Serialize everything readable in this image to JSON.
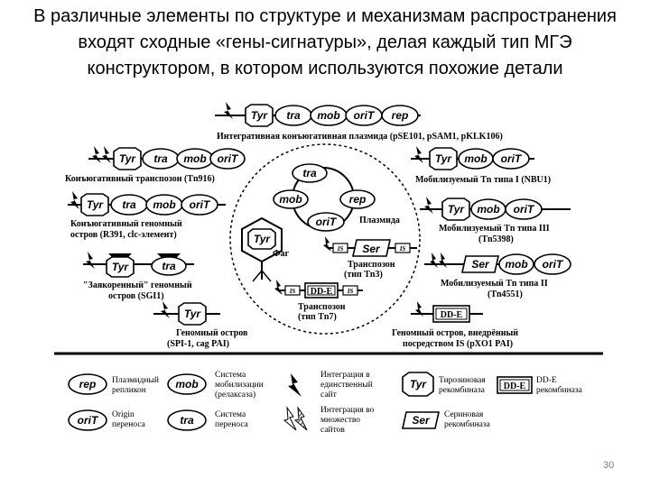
{
  "title": {
    "line1": "В различные элементы по структуре и механизмам распространения",
    "line2": "входят сходные «гены-сигнатуры», делая каждый тип МГЭ",
    "line3": "конструктором, в котором используются похожие детали"
  },
  "genes": {
    "tyr": "Tyr",
    "tra": "tra",
    "mob": "mob",
    "oriT": "oriT",
    "rep": "rep",
    "ser": "Ser",
    "dde": "DD-E",
    "is": "IS"
  },
  "labels": {
    "integrative_plasmid": "Интегративная конъюгативная плазмида (pSE101, pSAM1, pKLK106)",
    "conj_transposon": "Конъюгативный транспозон (Tn916)",
    "conj_island_1": "Конъюгативный геномный",
    "conj_island_2": "остров (R391, clc-элемент)",
    "anchored_island_1": "\"Заякоренный\" геномный",
    "anchored_island_2": "остров (SGI1)",
    "genomic_island_1": "Геномный остров",
    "genomic_island_2": "(SPI-1, cag PAI)",
    "mob_tn1": "Мобилизуемый Tn типа I (NBU1)",
    "mob_tn3_1": "Мобилизуемый Tn типа III",
    "mob_tn3_2": "(Tn5398)",
    "mob_tn2_1": "Мобилизуемый Tn типа II",
    "mob_tn2_2": "(Tn4551)",
    "dde_island_1": "Геномный остров, внедрённый",
    "dde_island_2": "посредством IS (pXO1 PAI)",
    "plasmid": "Плазмида",
    "phage": "Фаг",
    "transposon_tn3_1": "Транспозон",
    "transposon_tn3_2": "(тип Tn3)",
    "transposon_tn7_1": "Транспозон",
    "transposon_tn7_2": "(тип Tn7)"
  },
  "legend": {
    "rep_1": "Плазмидный",
    "rep_2": "репликон",
    "oriT_1": "Origin",
    "oriT_2": "переноса",
    "mob_1": "Система",
    "mob_2": "мобилизации",
    "mob_3": "(релаксаза)",
    "tra_1": "Система",
    "tra_2": "переноса",
    "single_1": "Интеграция в",
    "single_2": "единственный",
    "single_3": "сайт",
    "multi_1": "Интеграция во",
    "multi_2": "множество",
    "multi_3": "сайтов",
    "tyr_1": "Тирозиновая",
    "tyr_2": "рекомбиназа",
    "ser_1": "Сериновая",
    "ser_2": "рекомбиназа",
    "dde_1": "DD-E",
    "dde_2": "рекомбиназа"
  },
  "page_number": "30"
}
